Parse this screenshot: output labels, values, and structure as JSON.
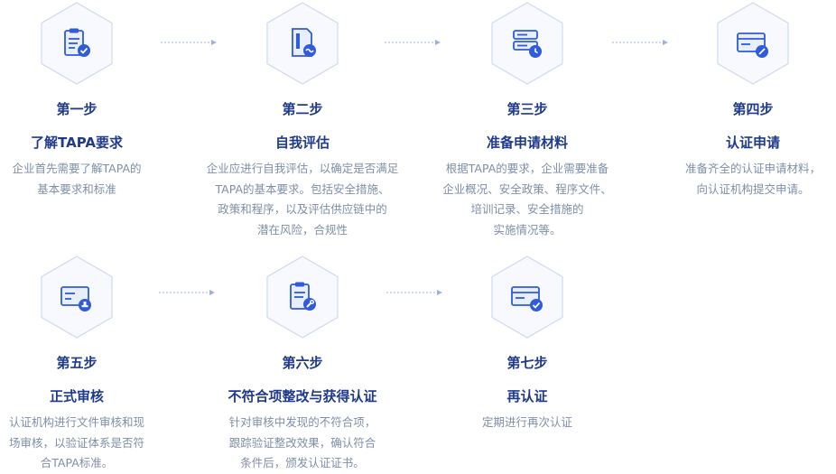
{
  "colors": {
    "title": "#1f3a8a",
    "desc": "#7f8ea8",
    "accent": "#2f5bdc",
    "hexStroke": "#cfd9f2"
  },
  "steps": [
    {
      "title": "第一步",
      "subtitle": "了解TAPA要求",
      "icon": "clipboard-check-icon",
      "lines": [
        "企业首先需要了解TAPA的",
        "基本要求和标准"
      ]
    },
    {
      "title": "第二步",
      "subtitle": "自我评估",
      "icon": "document-assess-icon",
      "lines": [
        "企业应进行自我评估，以确定是否满足",
        "TAPA的基本要求。包括安全措施、",
        "政策和程序，以及评估供应链中的",
        "潜在风险，合规性"
      ]
    },
    {
      "title": "第三步",
      "subtitle": "准备申请材料",
      "icon": "server-stack-icon",
      "lines": [
        "根据TAPA的要求，企业需要准备",
        "企业概况、安全政策、程序文件、",
        "培训记录、安全措施的",
        "实施情况等。"
      ]
    },
    {
      "title": "第四步",
      "subtitle": "认证申请",
      "icon": "card-edit-icon",
      "lines": [
        "准备齐全的认证申请材料，",
        "向认证机构提交申请。"
      ]
    },
    {
      "title": "第五步",
      "subtitle": "正式审核",
      "icon": "id-card-stamp-icon",
      "lines": [
        "认证机构进行文件审核和现",
        "场审核，以验证体系是否符",
        "合TAPA标准。"
      ]
    },
    {
      "title": "第六步",
      "subtitle": "不符合项整改与获得认证",
      "icon": "clipboard-wrench-icon",
      "lines": [
        "针对审核中发现的不符合项，",
        "跟踪验证整改效果，确认符合",
        "条件后，颁发认证证书。"
      ]
    },
    {
      "title": "第七步",
      "subtitle": "再认证",
      "icon": "card-check-icon",
      "lines": [
        "定期进行再次认证"
      ]
    }
  ]
}
